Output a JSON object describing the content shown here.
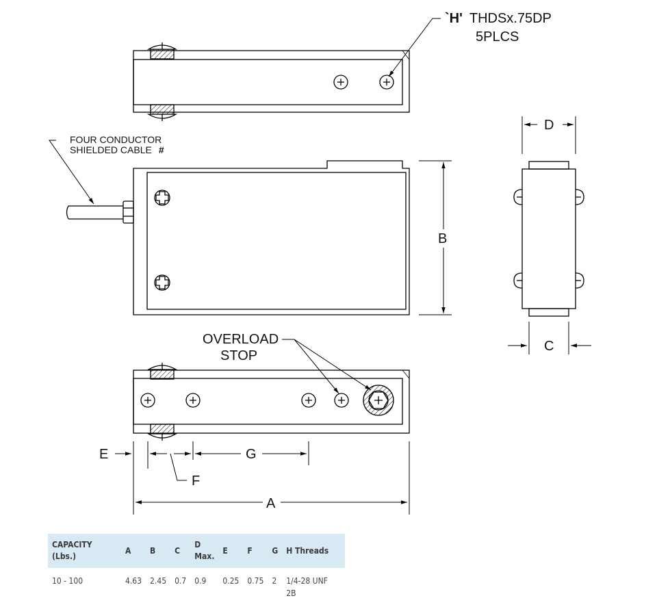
{
  "drawing": {
    "thread_note": {
      "mark": "`H'",
      "spec": "THDSx.75DP",
      "count": "5PLCS"
    },
    "cable_note": {
      "line1": "FOUR CONDUCTOR",
      "line2": "SHIELDED CABLE",
      "mark": "#"
    },
    "overload_note": {
      "line1": "OVERLOAD",
      "line2": "STOP"
    },
    "dimension_labels": {
      "A": "A",
      "B": "B",
      "C": "C",
      "D": "D",
      "E": "E",
      "F": "F",
      "G": "G"
    }
  },
  "table": {
    "headers": {
      "capacity_line1": "CAPACITY",
      "capacity_line2": "(Lbs.)",
      "a": "A",
      "b": "B",
      "c": "C",
      "d_line1": "D",
      "d_line2": "Max.",
      "e": "E",
      "f": "F",
      "g": "G",
      "h": "H Threads"
    },
    "rows": [
      {
        "capacity": "10 - 100",
        "a": "4.63",
        "b": "2.45",
        "c": "0.7",
        "d": "0.9",
        "e": "0.25",
        "f": "0.75",
        "g": "2",
        "h_line1": "1/4-28 UNF",
        "h_line2": "2B"
      }
    ]
  }
}
